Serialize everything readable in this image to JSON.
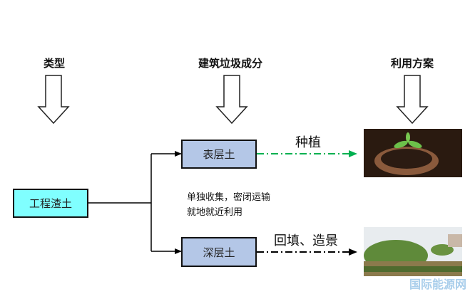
{
  "headers": {
    "type": "类型",
    "composition": "建筑垃圾成分",
    "plan": "利用方案"
  },
  "source": {
    "label": "工程渣土",
    "color": "#80ffff"
  },
  "layers": [
    {
      "label": "表层土",
      "color": "#b4c7e7",
      "use": "种植",
      "arrow_color": "#00b050"
    },
    {
      "label": "深层土",
      "color": "#b4c7e7",
      "use": "回填、造景",
      "arrow_color": "#000000"
    }
  ],
  "note": {
    "line1": "单独收集，密闭运输",
    "line2": "就地就近利用"
  },
  "watermark": "国际能源网"
}
